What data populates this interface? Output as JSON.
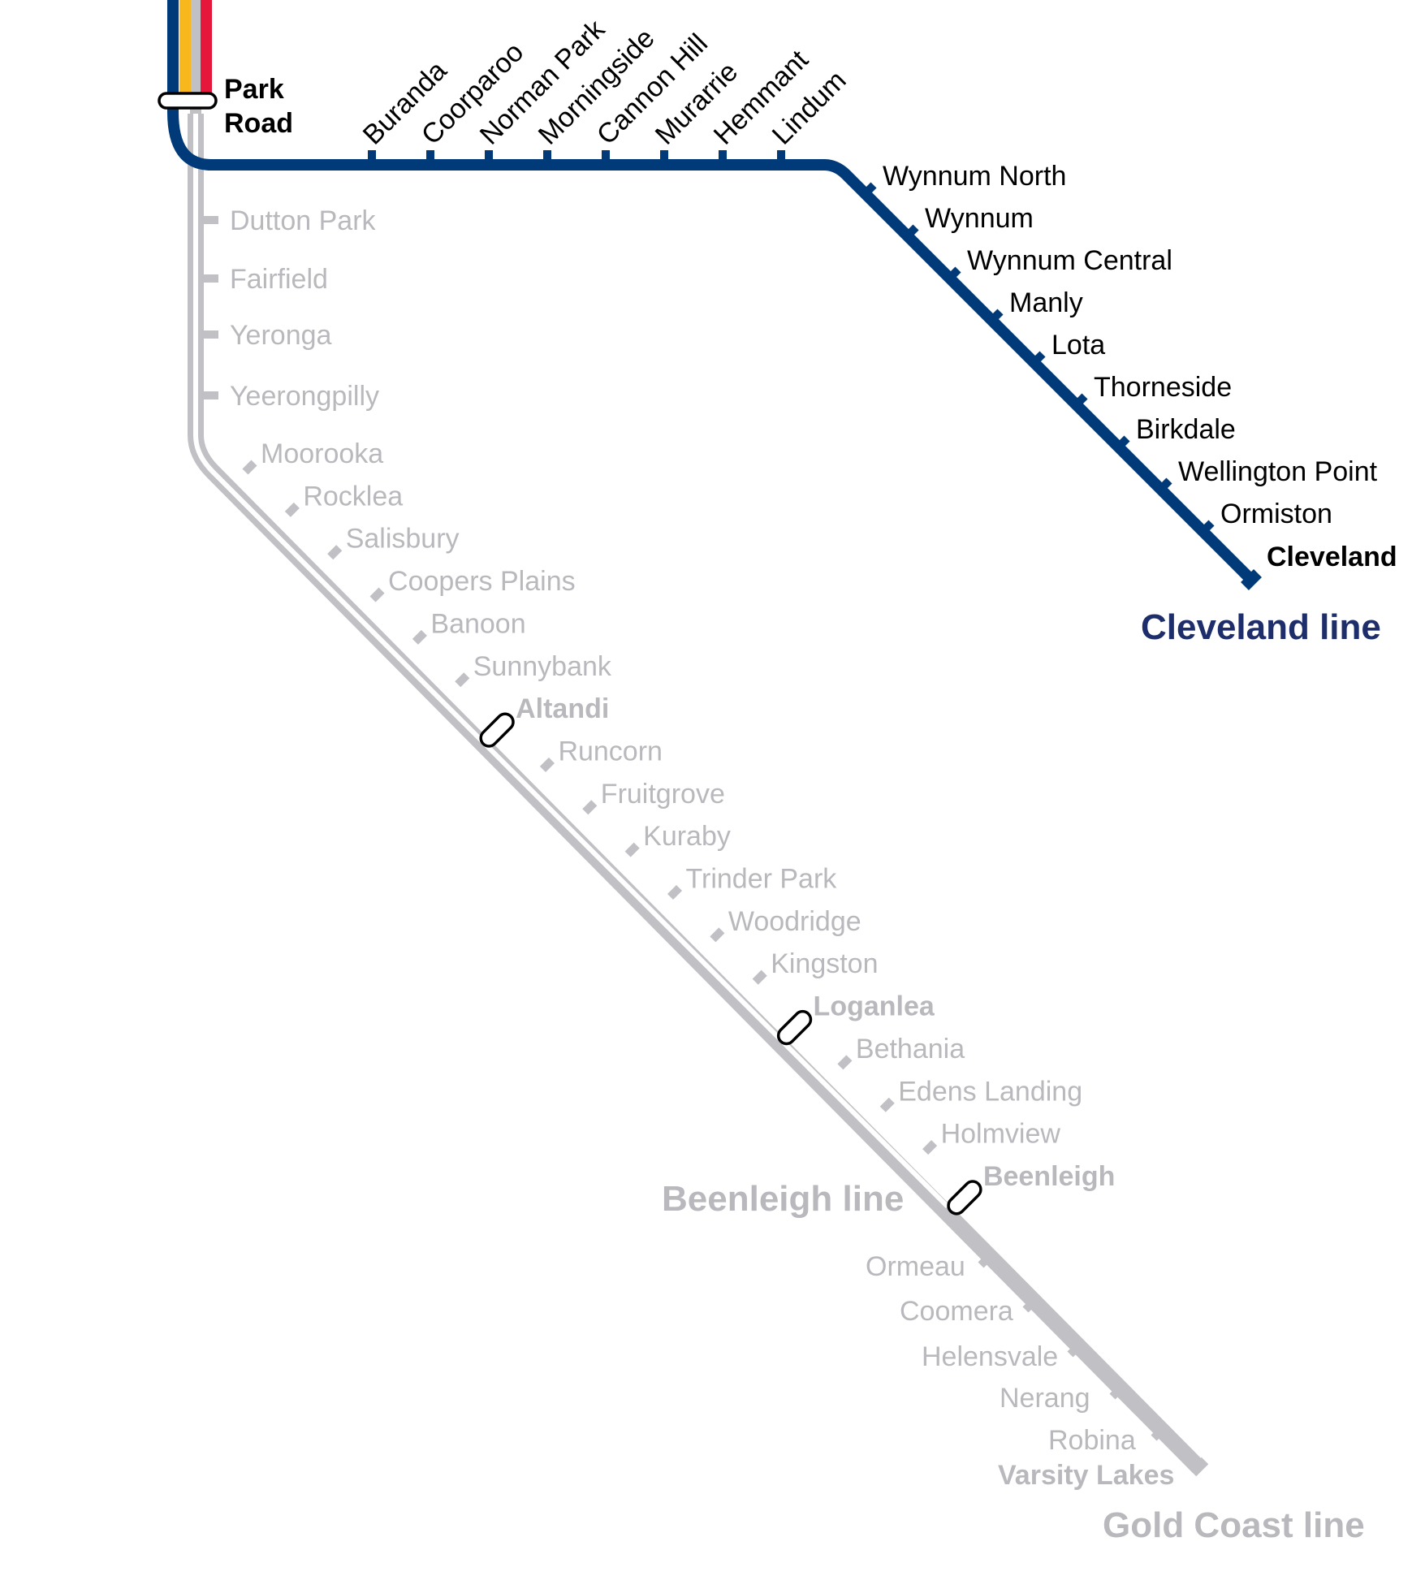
{
  "colors": {
    "cleveland": "#003a78",
    "grey_line": "#c1c1c5",
    "grey_text": "#b9b9bd",
    "yellow": "#f8b71c",
    "red": "#e5173b",
    "navy_title": "#1e2e6b",
    "white": "#ffffff",
    "black": "#000000"
  },
  "interchange": {
    "name": "Park Road",
    "label_lines": [
      "Park",
      "Road"
    ]
  },
  "cleveland_line": {
    "title": "Cleveland line",
    "horizontal_stations": [
      "Buranda",
      "Coorparoo",
      "Norman Park",
      "Morningside",
      "Cannon Hill",
      "Murarrie",
      "Hemmant",
      "Lindum"
    ],
    "diagonal_stations": [
      "Wynnum North",
      "Wynnum",
      "Wynnum Central",
      "Manly",
      "Lota",
      "Thorneside",
      "Birkdale",
      "Wellington Point",
      "Ormiston"
    ],
    "terminus": "Cleveland"
  },
  "beenleigh_line": {
    "title": "Beenleigh line",
    "vertical_stations": [
      "Dutton Park",
      "Fairfield",
      "Yeronga",
      "Yeerongpilly"
    ],
    "diagonal_stations": [
      {
        "name": "Moorooka"
      },
      {
        "name": "Rocklea"
      },
      {
        "name": "Salisbury"
      },
      {
        "name": "Coopers Plains"
      },
      {
        "name": "Banoon"
      },
      {
        "name": "Sunnybank"
      },
      {
        "name": "Altandi",
        "interchange": true
      },
      {
        "name": "Runcorn"
      },
      {
        "name": "Fruitgrove"
      },
      {
        "name": "Kuraby"
      },
      {
        "name": "Trinder Park"
      },
      {
        "name": "Woodridge"
      },
      {
        "name": "Kingston"
      },
      {
        "name": "Loganlea",
        "interchange": true
      },
      {
        "name": "Bethania"
      },
      {
        "name": "Edens Landing"
      },
      {
        "name": "Holmview"
      },
      {
        "name": "Beenleigh",
        "interchange": true
      }
    ]
  },
  "gold_coast_line": {
    "title": "Gold Coast line",
    "stations": [
      "Ormeau",
      "Coomera",
      "Helensvale",
      "Nerang",
      "Robina"
    ],
    "terminus": "Varsity Lakes"
  }
}
